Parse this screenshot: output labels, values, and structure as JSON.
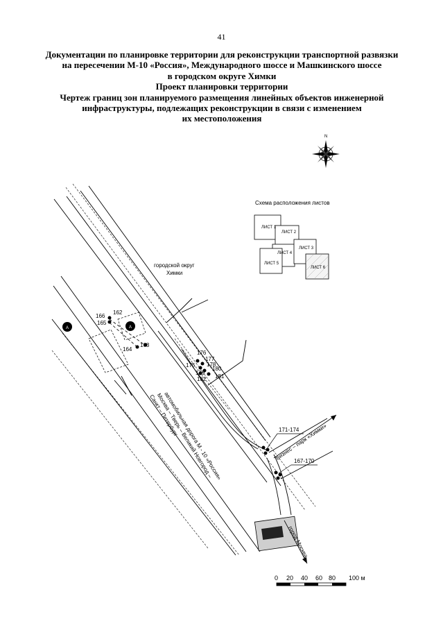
{
  "page_number": "41",
  "title_lines": [
    "Документации по планировке территории для реконструкции транспортной развязки",
    "на пересечении М-10 «Россия», Международного шоссе и Машкинского шоссе",
    "в городском округе Химки",
    "Проект планировки территории",
    "Чертеж границ зон планируемого размещения линейных объектов инженерной",
    "инфраструктуры, подлежащих реконструкции в связи с изменением",
    "их местоположения"
  ],
  "compass": {
    "north_letter": "N"
  },
  "sheet_scheme": {
    "title": "Схема расположения листов",
    "sheets": [
      "ЛИСТ 1",
      "ЛИСТ 2",
      "ЛИСТ 4",
      "ЛИСТ 3",
      "ЛИСТ 5",
      "ЛИСТ 6"
    ]
  },
  "map": {
    "district_line1": "городской округ",
    "district_line2": "Химки",
    "marker_a": "A",
    "road_name_line1": "автомобильная дорога М - 10 «Россия»",
    "road_name_line2": "Москва – Тверь – Великий Новгород –",
    "road_name_line3": "Санкт – Петербург",
    "business_park": "Бизнес – парк «Химки»",
    "city_moscow": "город Москва",
    "callout_1": "171-174",
    "callout_2": "167-170",
    "points": {
      "p166": "166",
      "p162": "162",
      "p165": "165",
      "p164": "164",
      "p163": "163",
      "p176": "176",
      "p177": "177",
      "p178": "178",
      "p175": "175",
      "p180": "180",
      "p179": "179",
      "p181": "181",
      "p182": "182"
    }
  },
  "scale": {
    "ticks": [
      "0",
      "20",
      "40",
      "60",
      "80",
      "100 м"
    ]
  }
}
